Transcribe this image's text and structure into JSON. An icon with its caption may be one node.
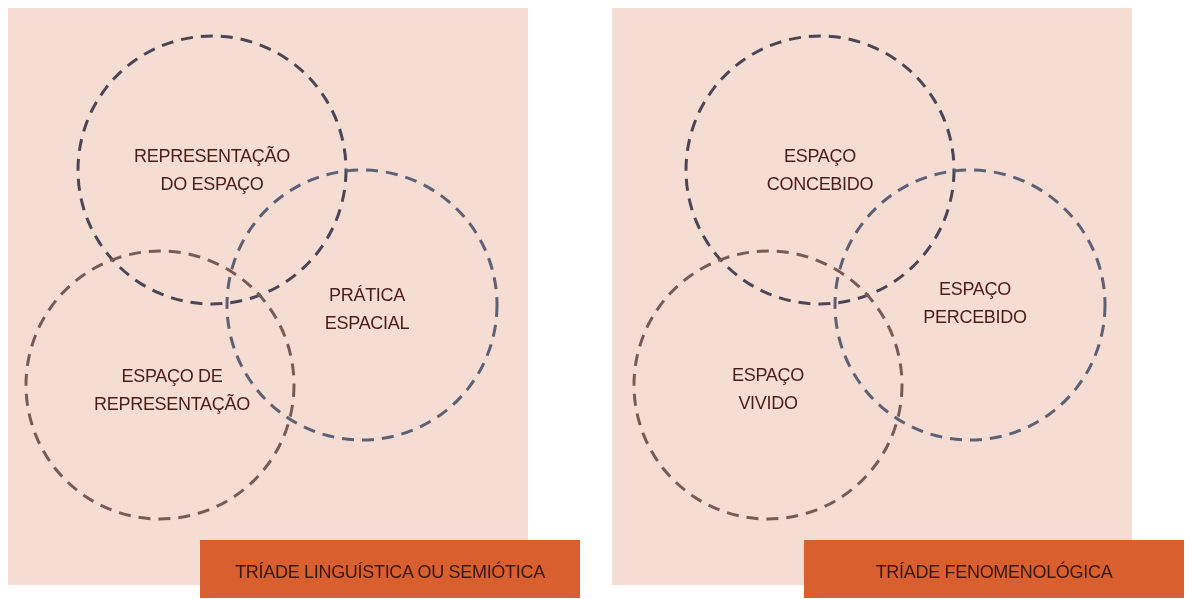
{
  "diagram": {
    "nodes": [
      {
        "text": [
          "TRÍADE LINGUÍSTICA OU SEMIÓTICA"
        ]
      },
      {
        "text": [
          "REPRESENTAÇÃO DO ESPAÇO"
        ],
        "in": 0
      },
      {
        "text": [
          "PRÁTICA ESPACIAL"
        ],
        "in": 0
      },
      {
        "text": [
          "ESPAÇO DE REPRESENTAÇÃO"
        ],
        "in": 0
      },
      {
        "text": [
          "TRÍADE FENOMENOLÓGICA"
        ]
      },
      {
        "text": [
          "ESPAÇO CONCEBIDO"
        ],
        "in": 4
      },
      {
        "text": [
          "ESPAÇO PERCEBIDO"
        ],
        "in": 4
      },
      {
        "text": [
          "ESPAÇO VIVIDO"
        ],
        "in": 4
      }
    ],
    "edges": []
  }
}
